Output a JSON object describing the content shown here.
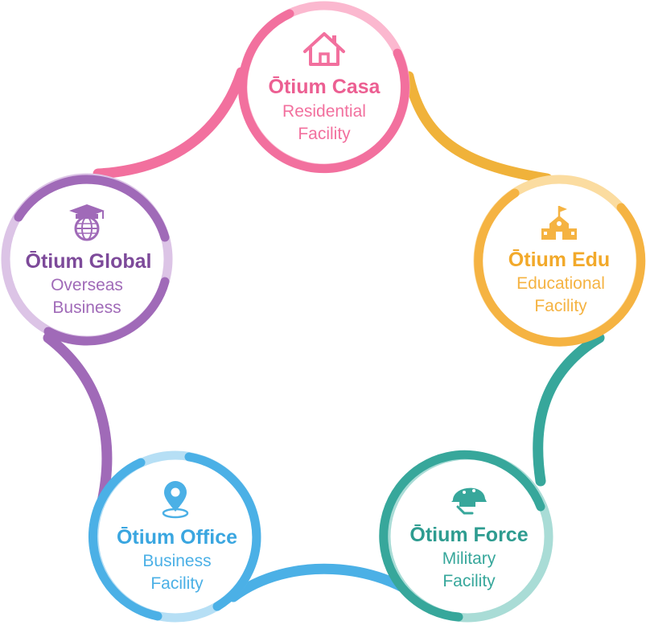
{
  "nodes": [
    {
      "key": "casa",
      "title": "Ōtium Casa",
      "line1": "Residential",
      "line2": "Facility",
      "icon": "house-icon",
      "color": "#f2709e",
      "light": "#fbb8cf"
    },
    {
      "key": "edu",
      "title": "Ōtium Edu",
      "line1": "Educational",
      "line2": "Facility",
      "icon": "school-icon",
      "color": "#f5b342",
      "light": "#fbdca0"
    },
    {
      "key": "force",
      "title": "Ōtium Force",
      "line1": "Military",
      "line2": "Facility",
      "icon": "helmet-icon",
      "color": "#37a79b",
      "light": "#a9dcd6"
    },
    {
      "key": "office",
      "title": "Ōtium Office",
      "line1": "Business",
      "line2": "Facility",
      "icon": "location-pin-icon",
      "color": "#4bb0e6",
      "light": "#b6dff5"
    },
    {
      "key": "global",
      "title": "Ōtium Global",
      "line1": "Overseas",
      "line2": "Business",
      "icon": "graduation-globe-icon",
      "color": "#a06ab8",
      "light": "#dcc4e6"
    }
  ],
  "connectors": [
    {
      "from": "casa",
      "to": "edu",
      "color": "#f0b23a"
    },
    {
      "from": "edu",
      "to": "force",
      "color": "#37a79b"
    },
    {
      "from": "force",
      "to": "office",
      "color": "#4bb0e6"
    },
    {
      "from": "office",
      "to": "global",
      "color": "#a06ab8"
    },
    {
      "from": "global",
      "to": "casa",
      "color": "#f2709e"
    }
  ],
  "colors": {
    "titleCasa": "#ec5f92",
    "titleEdu": "#f2a92a",
    "titleForce": "#2e9c90",
    "titleOffice": "#3aa6e0",
    "titleGlobal": "#7d4a9a"
  }
}
